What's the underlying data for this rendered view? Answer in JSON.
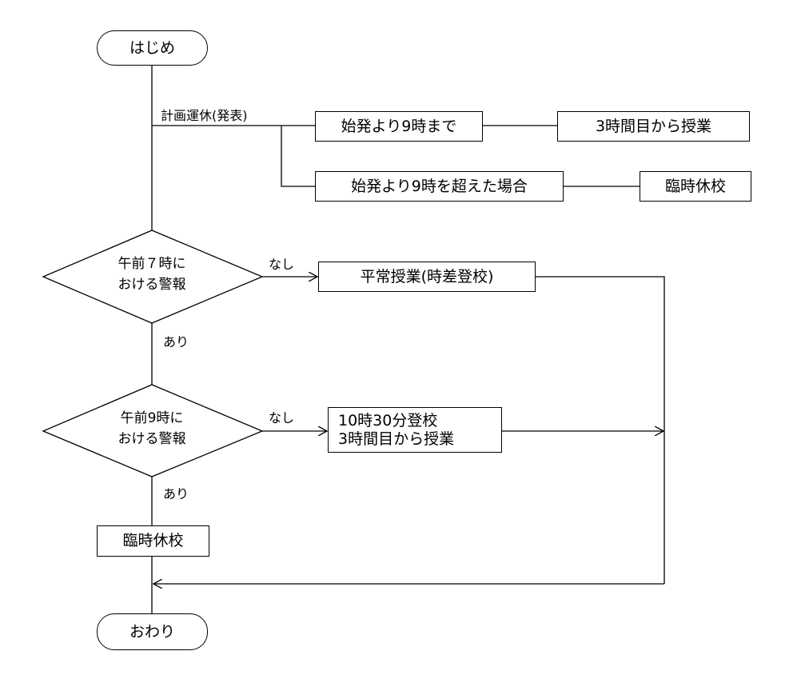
{
  "terminals": {
    "start": "はじめ",
    "end": "おわり"
  },
  "planned": {
    "label": "計画運休(発表)",
    "case1": "始発より9時まで",
    "result1": "3時間目から授業",
    "case2": "始発より9時を超えた場合",
    "result2": "臨時休校"
  },
  "decision1": {
    "line1": "午前７時に",
    "line2": "おける警報",
    "no_label": "なし",
    "yes_label": "あり",
    "no_result": "平常授業(時差登校)"
  },
  "decision2": {
    "line1": "午前9時に",
    "line2": "おける警報",
    "no_label": "なし",
    "yes_label": "あり",
    "no_result_line1": "10時30分登校",
    "no_result_line2": "3時間目から授業"
  },
  "closure": "臨時休校"
}
